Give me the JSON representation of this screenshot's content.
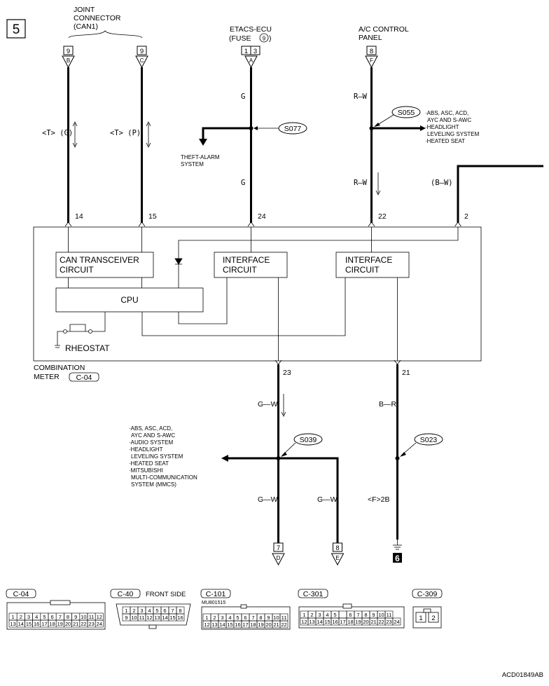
{
  "page_number": "5",
  "figure_id": "ACD01849AB",
  "top_sources": {
    "joint_connector": {
      "line1": "JOINT",
      "line2": "CONNECTOR",
      "line3": "(CAN1)",
      "pin_b": "9",
      "pin_c": "9",
      "letter_b": "B",
      "letter_c": "C"
    },
    "etacs": {
      "line1": "ETACS-ECU",
      "line2": "(FUSE",
      "fuse_no": "9",
      "line2_end": ")",
      "pins": [
        "1",
        "3"
      ],
      "letter": "A"
    },
    "ac_panel": {
      "line1": "A/C CONTROL",
      "line2": "PANEL",
      "pin": "8",
      "letter": "F"
    }
  },
  "wires": {
    "can_g": "<T> (G)",
    "can_p": "<T> (P)",
    "g_top": "G",
    "g_mid": "G",
    "rw_top": "R—W",
    "rw_mid": "R—W",
    "bw": "(B—W)",
    "gw_top": "G—W",
    "gw_left": "G—W",
    "gw_right": "G—W",
    "br": "B—R",
    "f2b": "<F>2B"
  },
  "splices": {
    "s077": "S077",
    "s055": "S055",
    "s039": "S039",
    "s023": "S023"
  },
  "theft_alarm": [
    "THEFT-ALARM",
    "SYSTEM"
  ],
  "s055_note": [
    "·ABS, ASC, ACD,",
    "AYC AND S-AWC",
    "·HEADLIGHT",
    "LEVELING SYSTEM",
    "·HEATED SEAT"
  ],
  "s039_note": [
    "·ABS, ASC, ACD,",
    "AYC AND S-AWC",
    "·AUDIO SYSTEM",
    "·HEADLIGHT",
    "LEVELING SYSTEM",
    "·HEATED SEAT",
    "·MITSUBISHI",
    "MULTI-COMMUNICATION",
    "SYSTEM (MMCS)"
  ],
  "meter": {
    "pins_top": [
      "14",
      "15",
      "24",
      "22",
      "2"
    ],
    "pins_bottom": [
      "23",
      "21"
    ],
    "can_box": [
      "CAN TRANSCEIVER",
      "CIRCUIT"
    ],
    "if1": [
      "INTERFACE",
      "CIRCUIT"
    ],
    "if2": [
      "INTERFACE",
      "CIRCUIT"
    ],
    "cpu": "CPU",
    "rheostat": "RHEOSTAT",
    "name1": "COMBINATION",
    "name2": "METER",
    "conn": "C-04"
  },
  "bottom_targets": {
    "d_pin": "7",
    "d_letter": "D",
    "e_pin": "8",
    "e_letter": "E",
    "ground_no": "6"
  },
  "connectors": {
    "c04": {
      "label": "C-04",
      "row1": [
        "1",
        "2",
        "3",
        "4",
        "5",
        "6",
        "7",
        "8",
        "9",
        "10",
        "11",
        "12"
      ],
      "row2": [
        "13",
        "14",
        "15",
        "16",
        "17",
        "18",
        "19",
        "20",
        "21",
        "22",
        "23",
        "24"
      ]
    },
    "c40": {
      "label": "C-40",
      "front": "FRONT SIDE",
      "row1": [
        "1",
        "2",
        "3",
        "4",
        "5",
        "6",
        "7",
        "8"
      ],
      "row2": [
        "9",
        "10",
        "11",
        "12",
        "13",
        "14",
        "15",
        "16"
      ]
    },
    "c101": {
      "label": "C-101",
      "part": "MU801515",
      "row1": [
        "1",
        "2",
        "3",
        "4",
        "5",
        "6",
        "7",
        "8",
        "9",
        "10",
        "11"
      ],
      "row2": [
        "12",
        "13",
        "14",
        "15",
        "16",
        "17",
        "18",
        "19",
        "20",
        "21",
        "22"
      ]
    },
    "c301": {
      "label": "C-301",
      "row1": [
        "1",
        "2",
        "3",
        "4",
        "5",
        "",
        "6",
        "7",
        "8",
        "9",
        "10",
        "11"
      ],
      "row2": [
        "12",
        "13",
        "14",
        "15",
        "16",
        "17",
        "18",
        "19",
        "20",
        "21",
        "22",
        "23",
        "24"
      ]
    },
    "c309": {
      "label": "C-309",
      "pins": [
        "1",
        "2"
      ]
    }
  }
}
